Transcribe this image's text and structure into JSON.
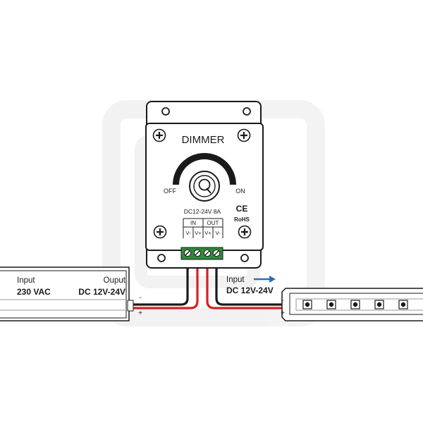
{
  "dimmer": {
    "title": "DIMMER",
    "off_label": "OFF",
    "on_label": "ON",
    "rating": "DC12-24V 8A",
    "ce_mark": "CE",
    "rohs_mark": "RoHS",
    "terminal_groups": [
      {
        "label": "IN",
        "pins": [
          "V-",
          "V+"
        ]
      },
      {
        "label": "OUT",
        "pins": [
          "V+",
          "V-"
        ]
      }
    ]
  },
  "power_supply": {
    "input_label": "Input",
    "input_value": "230 VAC",
    "output_label": "Ouput",
    "output_value": "DC 12V-24V",
    "minus_sign": "-",
    "plus_sign": "+"
  },
  "led_strip": {
    "input_label": "Input",
    "input_value": "DC 12V-24V",
    "minus_sign": "-",
    "plus_sign": "+",
    "led_count": 5
  },
  "colors": {
    "wire_red": "#d62020",
    "wire_black": "#1a1a1a",
    "terminal_green": "#2f8a3a",
    "arrow_blue": "#2c6fb5",
    "outline": "#1a1a1a"
  }
}
